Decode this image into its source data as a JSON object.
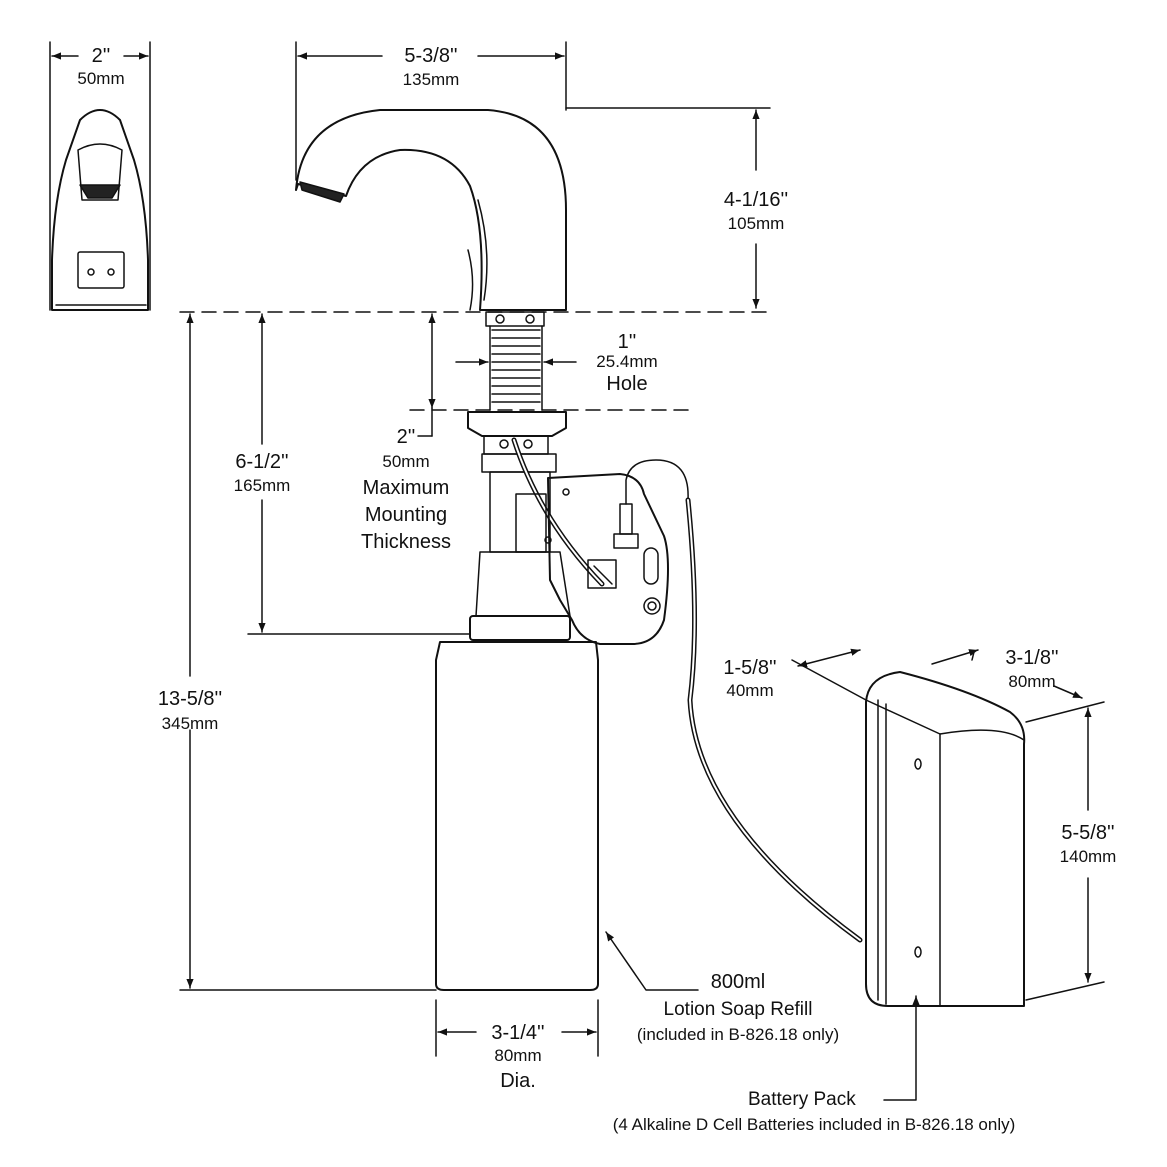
{
  "dimensions": {
    "front_width": {
      "inch": "2''",
      "mm": "50mm"
    },
    "spout_length": {
      "inch": "5-3/8''",
      "mm": "135mm"
    },
    "spout_height": {
      "inch": "4-1/16''",
      "mm": "105mm"
    },
    "hole": {
      "inch": "1''",
      "mm": "25.4mm",
      "label": "Hole"
    },
    "mounting": {
      "inch": "2''",
      "mm": "50mm",
      "label_lines": [
        "Maximum",
        "Mounting",
        "Thickness"
      ]
    },
    "shank_length": {
      "inch": "6-1/2''",
      "mm": "165mm"
    },
    "overall_length": {
      "inch": "13-5/8''",
      "mm": "345mm"
    },
    "bottle_dia": {
      "inch": "3-1/4''",
      "mm": "80mm",
      "label": "Dia."
    },
    "battery_depth": {
      "inch": "1-5/8''",
      "mm": "40mm"
    },
    "battery_width": {
      "inch": "3-1/8''",
      "mm": "80mm"
    },
    "battery_height": {
      "inch": "5-5/8''",
      "mm": "140mm"
    }
  },
  "callouts": {
    "refill": {
      "line1": "800ml",
      "line2": "Lotion Soap Refill",
      "line3": "(included in B-826.18 only)"
    },
    "battery": {
      "line1": "Battery Pack",
      "line2": "(4 Alkaline D Cell Batteries included in B-826.18 only)"
    }
  }
}
